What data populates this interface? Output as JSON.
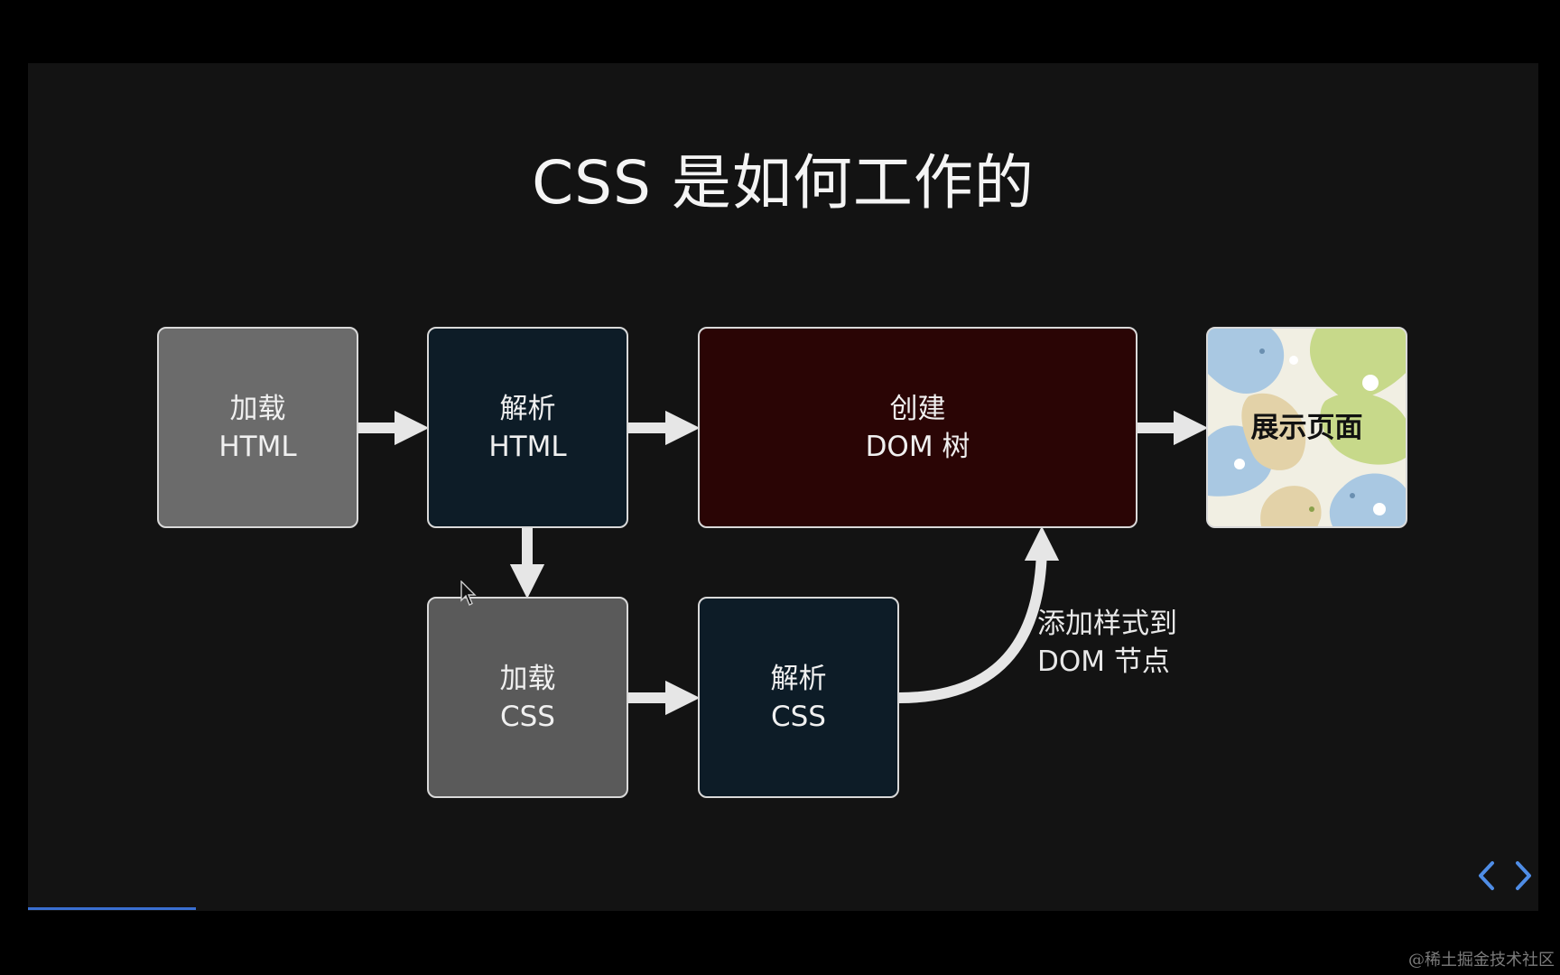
{
  "slide": {
    "title": "CSS 是如何工作的",
    "boxes": {
      "load_html": {
        "line1": "加载",
        "line2": "HTML"
      },
      "parse_html": {
        "line1": "解析",
        "line2": "HTML"
      },
      "create_dom": {
        "line1": "创建",
        "line2": "DOM 树"
      },
      "show_page": {
        "line1": "展示页面"
      },
      "load_css": {
        "line1": "加载",
        "line2": "CSS"
      },
      "parse_css": {
        "line1": "解析",
        "line2": "CSS"
      }
    },
    "annotation": {
      "line1": "添加样式到",
      "line2": "DOM 节点"
    }
  },
  "nav": {
    "prev_icon": "chevron-left-icon",
    "next_icon": "chevron-right-icon",
    "color": "#4f8de6"
  },
  "colors": {
    "background": "#131313",
    "gray_box": "#6b6b6b",
    "navy_box": "#0d1c27",
    "maroon_box": "#2a0505",
    "arrow": "#e6e6e6",
    "progress": "#3a6fd1"
  },
  "watermark": "@稀土掘金技术社区"
}
